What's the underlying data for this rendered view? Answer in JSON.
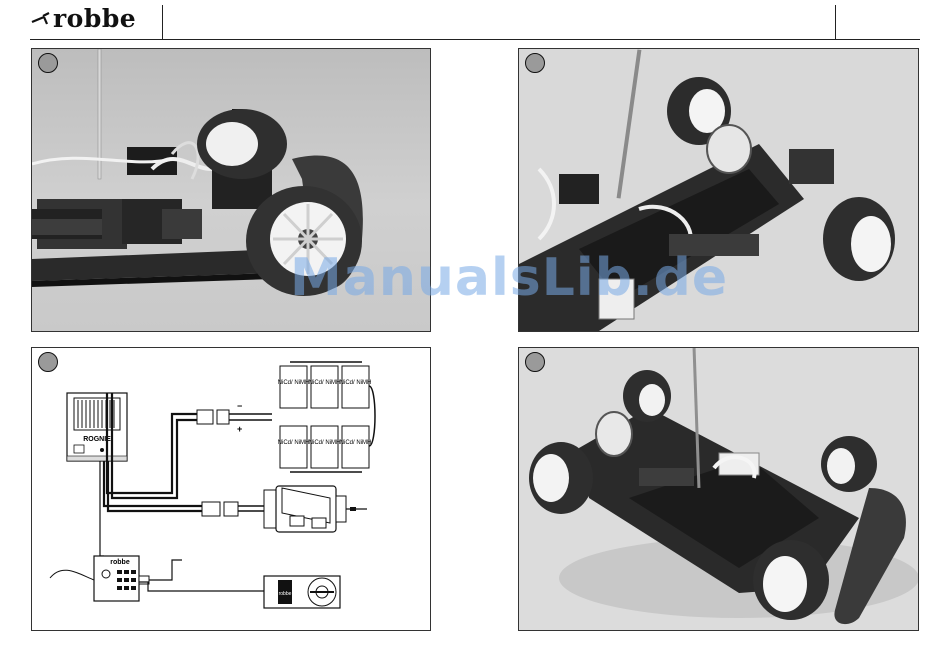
{
  "header": {
    "brand": "robbe"
  },
  "watermark": "ManualsLib.de",
  "figures": [
    {
      "id": "figure-1",
      "type": "photo"
    },
    {
      "id": "figure-2",
      "type": "photo"
    },
    {
      "id": "figure-3",
      "type": "wiring-diagram"
    },
    {
      "id": "figure-4",
      "type": "photo"
    }
  ],
  "diagram": {
    "battery_cells": [
      "NiCd/ NiMH",
      "NiCd/ NiMH",
      "NiCd/ NiMH",
      "NiCd/ NiMH",
      "NiCd/ NiMH",
      "NiCd/ NiMH"
    ],
    "polarity_minus": "−",
    "polarity_plus": "+",
    "speed_controller_label": "ROGNIE",
    "receiver_brand": "robbe",
    "servo_label": "robbe"
  },
  "colors": {
    "rule": "#222222",
    "panel_border": "#333333",
    "watermark": "#78aae6"
  }
}
